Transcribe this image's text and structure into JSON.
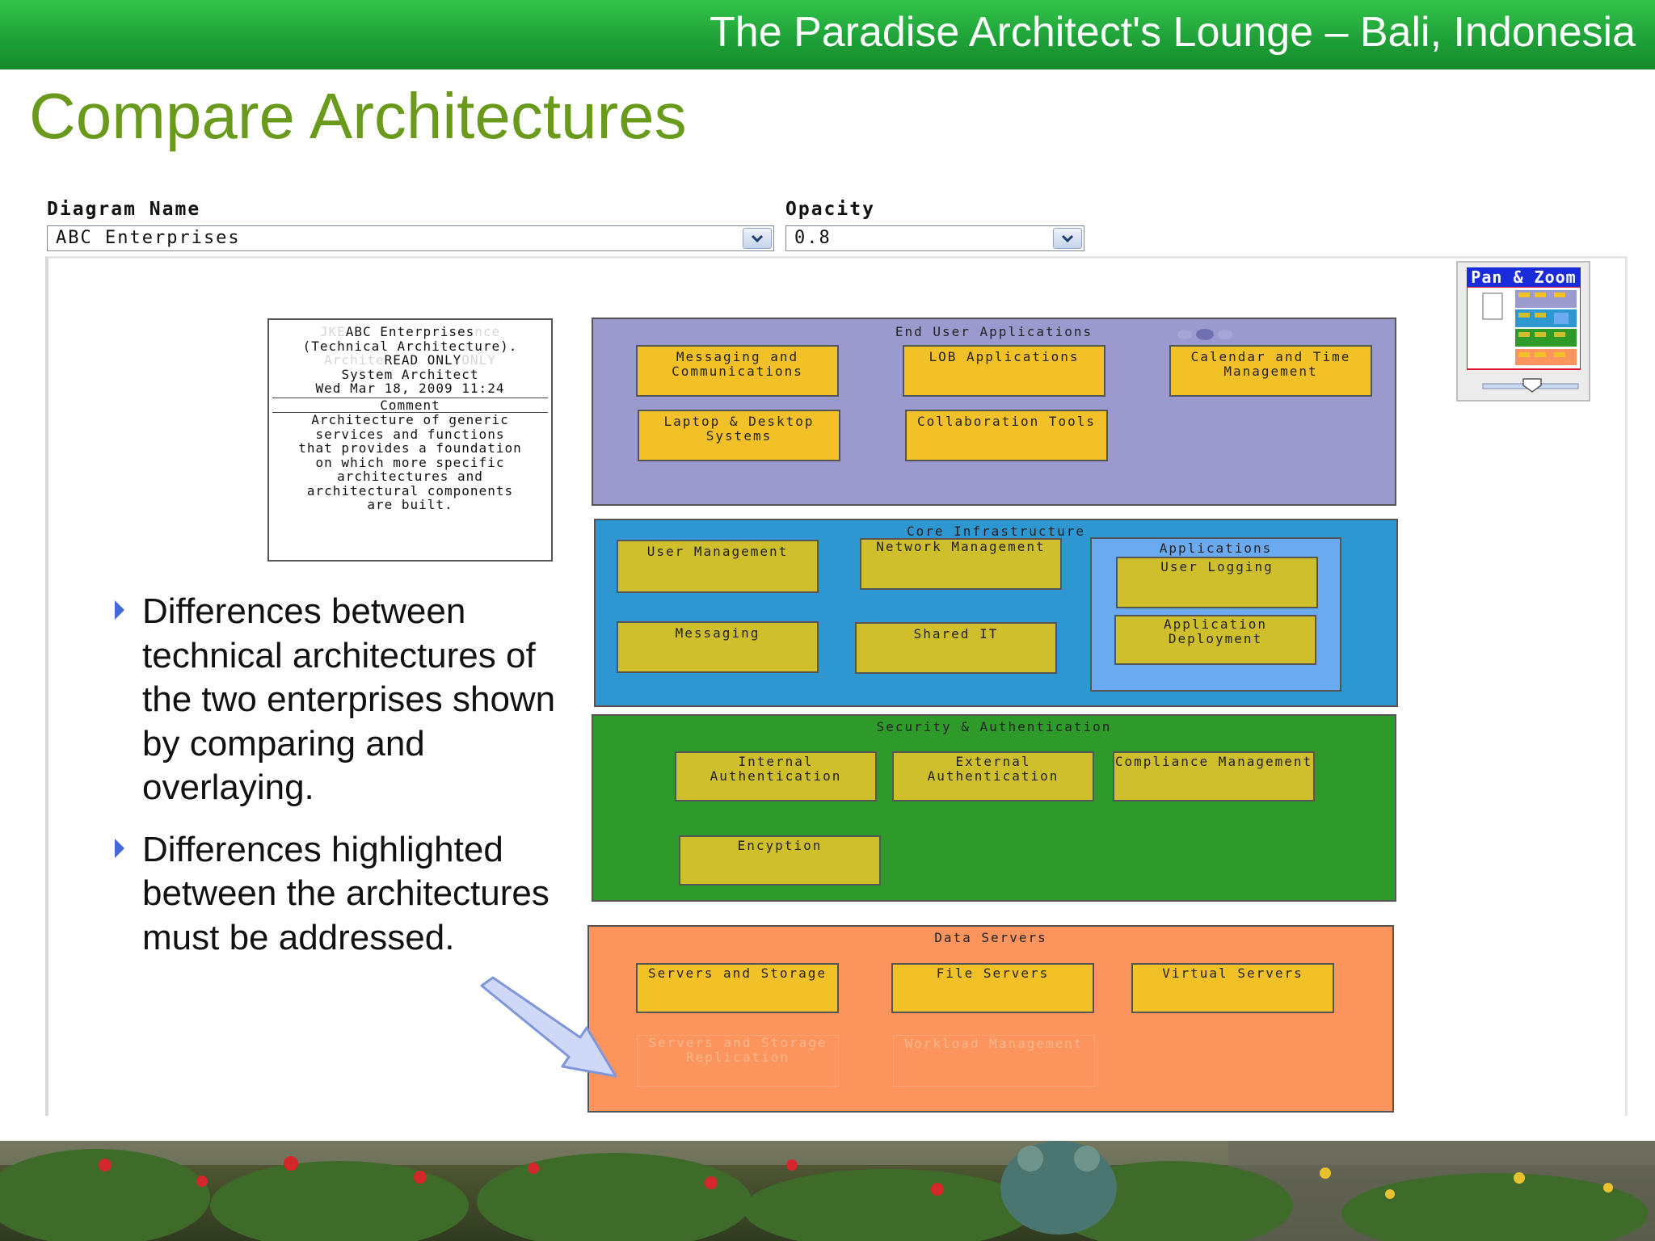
{
  "header": {
    "title": "The Paradise Architect's Lounge – Bali, Indonesia"
  },
  "page": {
    "title": "Compare Architectures"
  },
  "controls": {
    "diagram_name": {
      "label": "Diagram Name",
      "value": "ABC Enterprises"
    },
    "opacity": {
      "label": "Opacity",
      "value": "0.8"
    }
  },
  "info_card": {
    "line1_ghost_left": "JKE",
    "line1": "ABC Enterprises",
    "line1_ghost_right": "nce",
    "line2": "(Technical Architecture).",
    "line3_ghost_left": "Archite",
    "line3": "READ ONLY",
    "line3_ghost_right": "ONLY",
    "line4": "System Architect",
    "line5": "Wed Mar 18, 2009  11:24",
    "comment_label": "Comment",
    "comment": [
      "Architecture of generic",
      "services and functions",
      "that provides a foundation",
      "on which more specific",
      "architectures and",
      "architectural components",
      "are built."
    ]
  },
  "layers": {
    "end_user": {
      "title": "End User Applications",
      "boxes": [
        "Messaging and Communications",
        "LOB Applications",
        "Calendar and Time Management",
        "Laptop & Desktop Systems",
        "Collaboration Tools"
      ]
    },
    "core": {
      "title": "Core Infrastructure",
      "boxes": [
        "User Management",
        "Network Management",
        "Messaging",
        "Shared IT"
      ],
      "apps_title": "Applications",
      "apps_boxes": [
        "User Logging",
        "Application Deployment"
      ]
    },
    "security": {
      "title": "Security & Authentication",
      "boxes": [
        "Internal Authentication",
        "External Authentication",
        "Compliance Management",
        "Encyption"
      ]
    },
    "data": {
      "title": "Data Servers",
      "boxes": [
        "Servers and Storage",
        "File Servers",
        "Virtual Servers"
      ],
      "ghost_boxes": [
        "Servers and Storage Replication",
        "Workload Management"
      ]
    }
  },
  "bullets": [
    "Differences between technical architectures of the two enterprises shown by comparing and overlaying.",
    "Differences highlighted between the architectures must be addressed."
  ],
  "panzoom": {
    "title": "Pan & Zoom"
  },
  "colors": {
    "header_green": "#1fa238",
    "title_green": "#6a9a1b",
    "end_user_layer": "#9a9acf",
    "core_layer": "#2e96d0",
    "apps_group": "#6aaaf0",
    "security_layer": "#2e9a2a",
    "data_layer": "#fb955d",
    "box_yellow": "#f2c027",
    "box_olive": "#cfbf2d"
  }
}
